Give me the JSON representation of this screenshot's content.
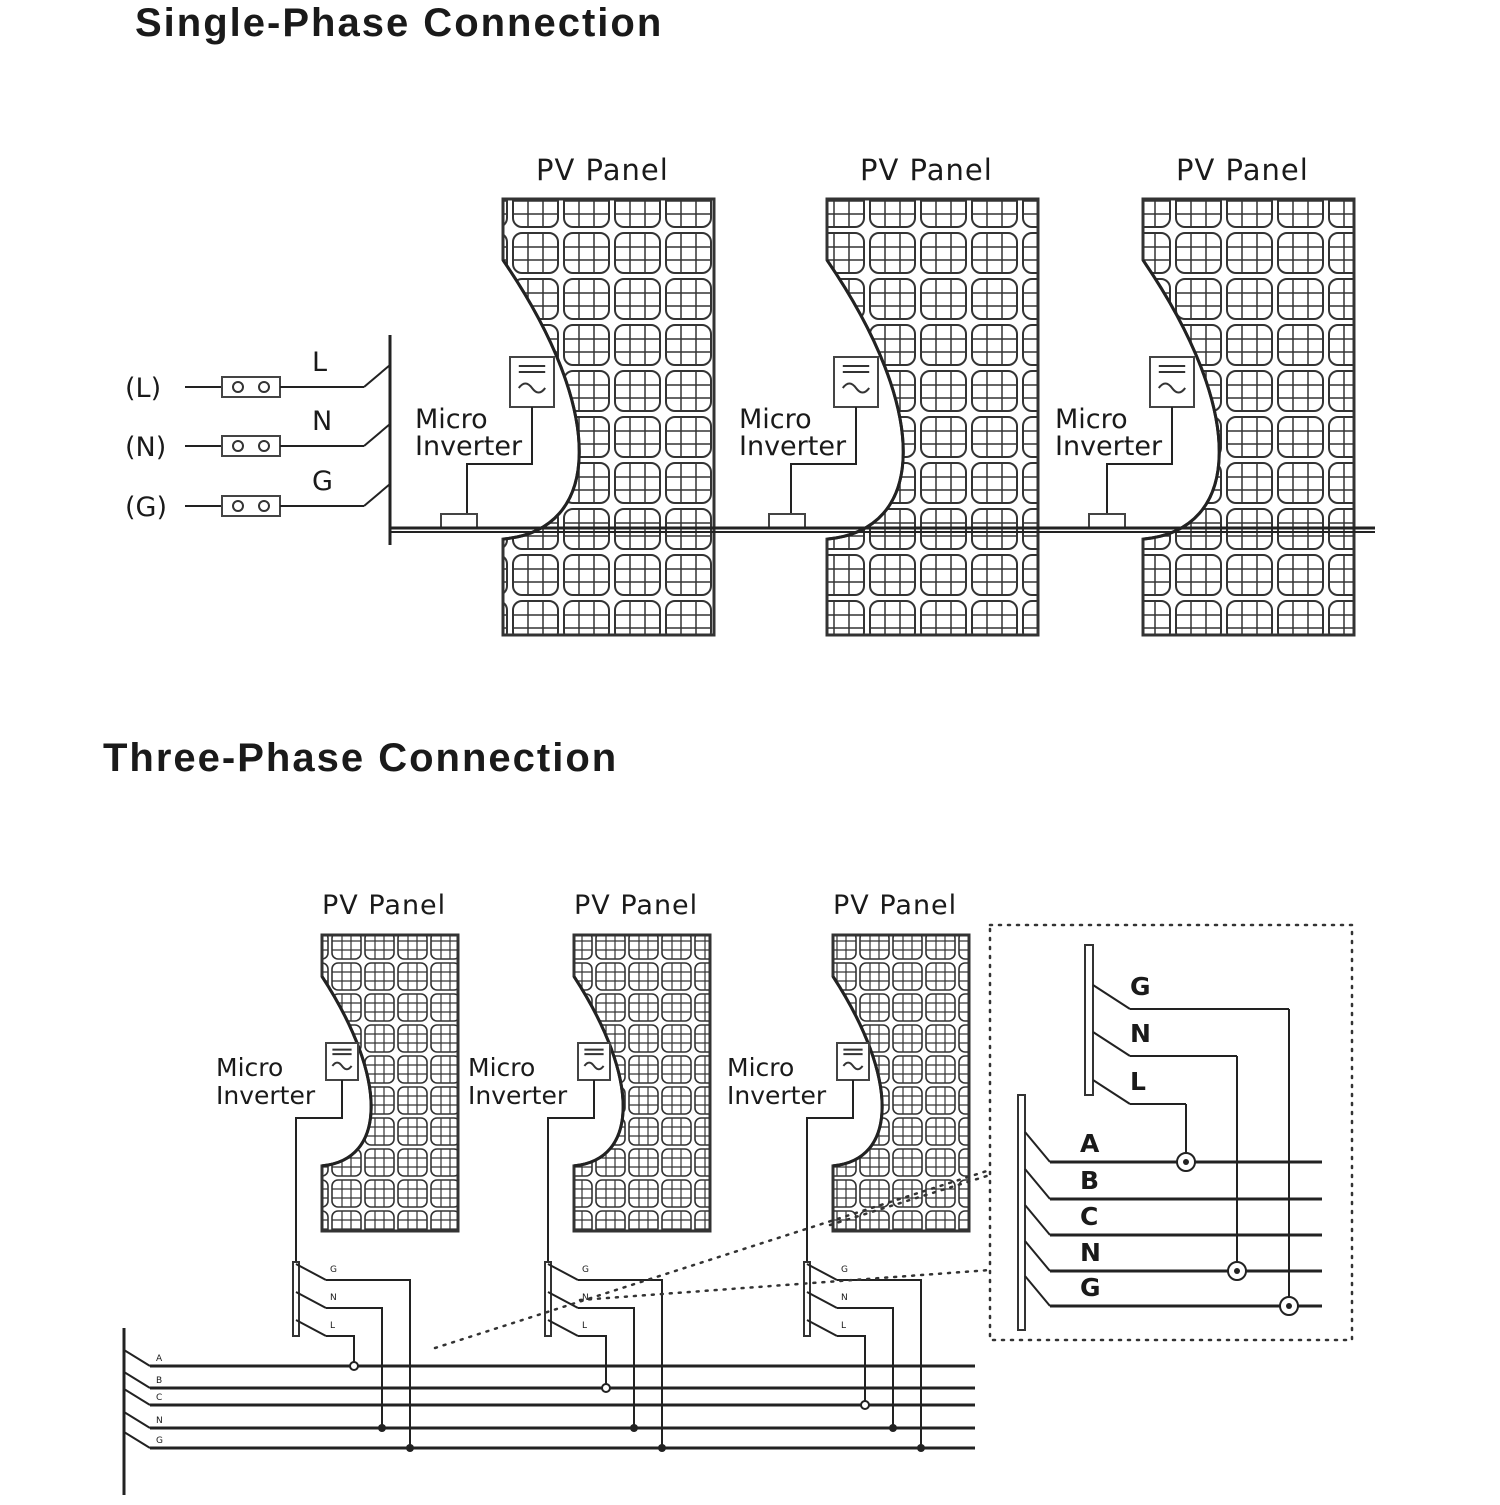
{
  "single_phase": {
    "title": "Single-Phase Connection",
    "panel_label": "PV Panel",
    "inverter_label_line1": "Micro",
    "inverter_label_line2": "Inverter",
    "terminals": [
      "(L)",
      "(N)",
      "(G)"
    ],
    "switch_labels": [
      "L",
      "N",
      "G"
    ]
  },
  "three_phase": {
    "title": "Three-Phase Connection",
    "panel_label": "PV Panel",
    "inverter_label_line1": "Micro",
    "inverter_label_line2": "Inverter",
    "inverter_switch_labels": [
      "G",
      "N",
      "L"
    ],
    "bus_labels_small": [
      "A",
      "B",
      "C",
      "N",
      "G"
    ],
    "detail_switch_labels": [
      "G",
      "N",
      "L"
    ],
    "detail_bus_labels": [
      "A",
      "B",
      "C",
      "N",
      "G"
    ]
  }
}
